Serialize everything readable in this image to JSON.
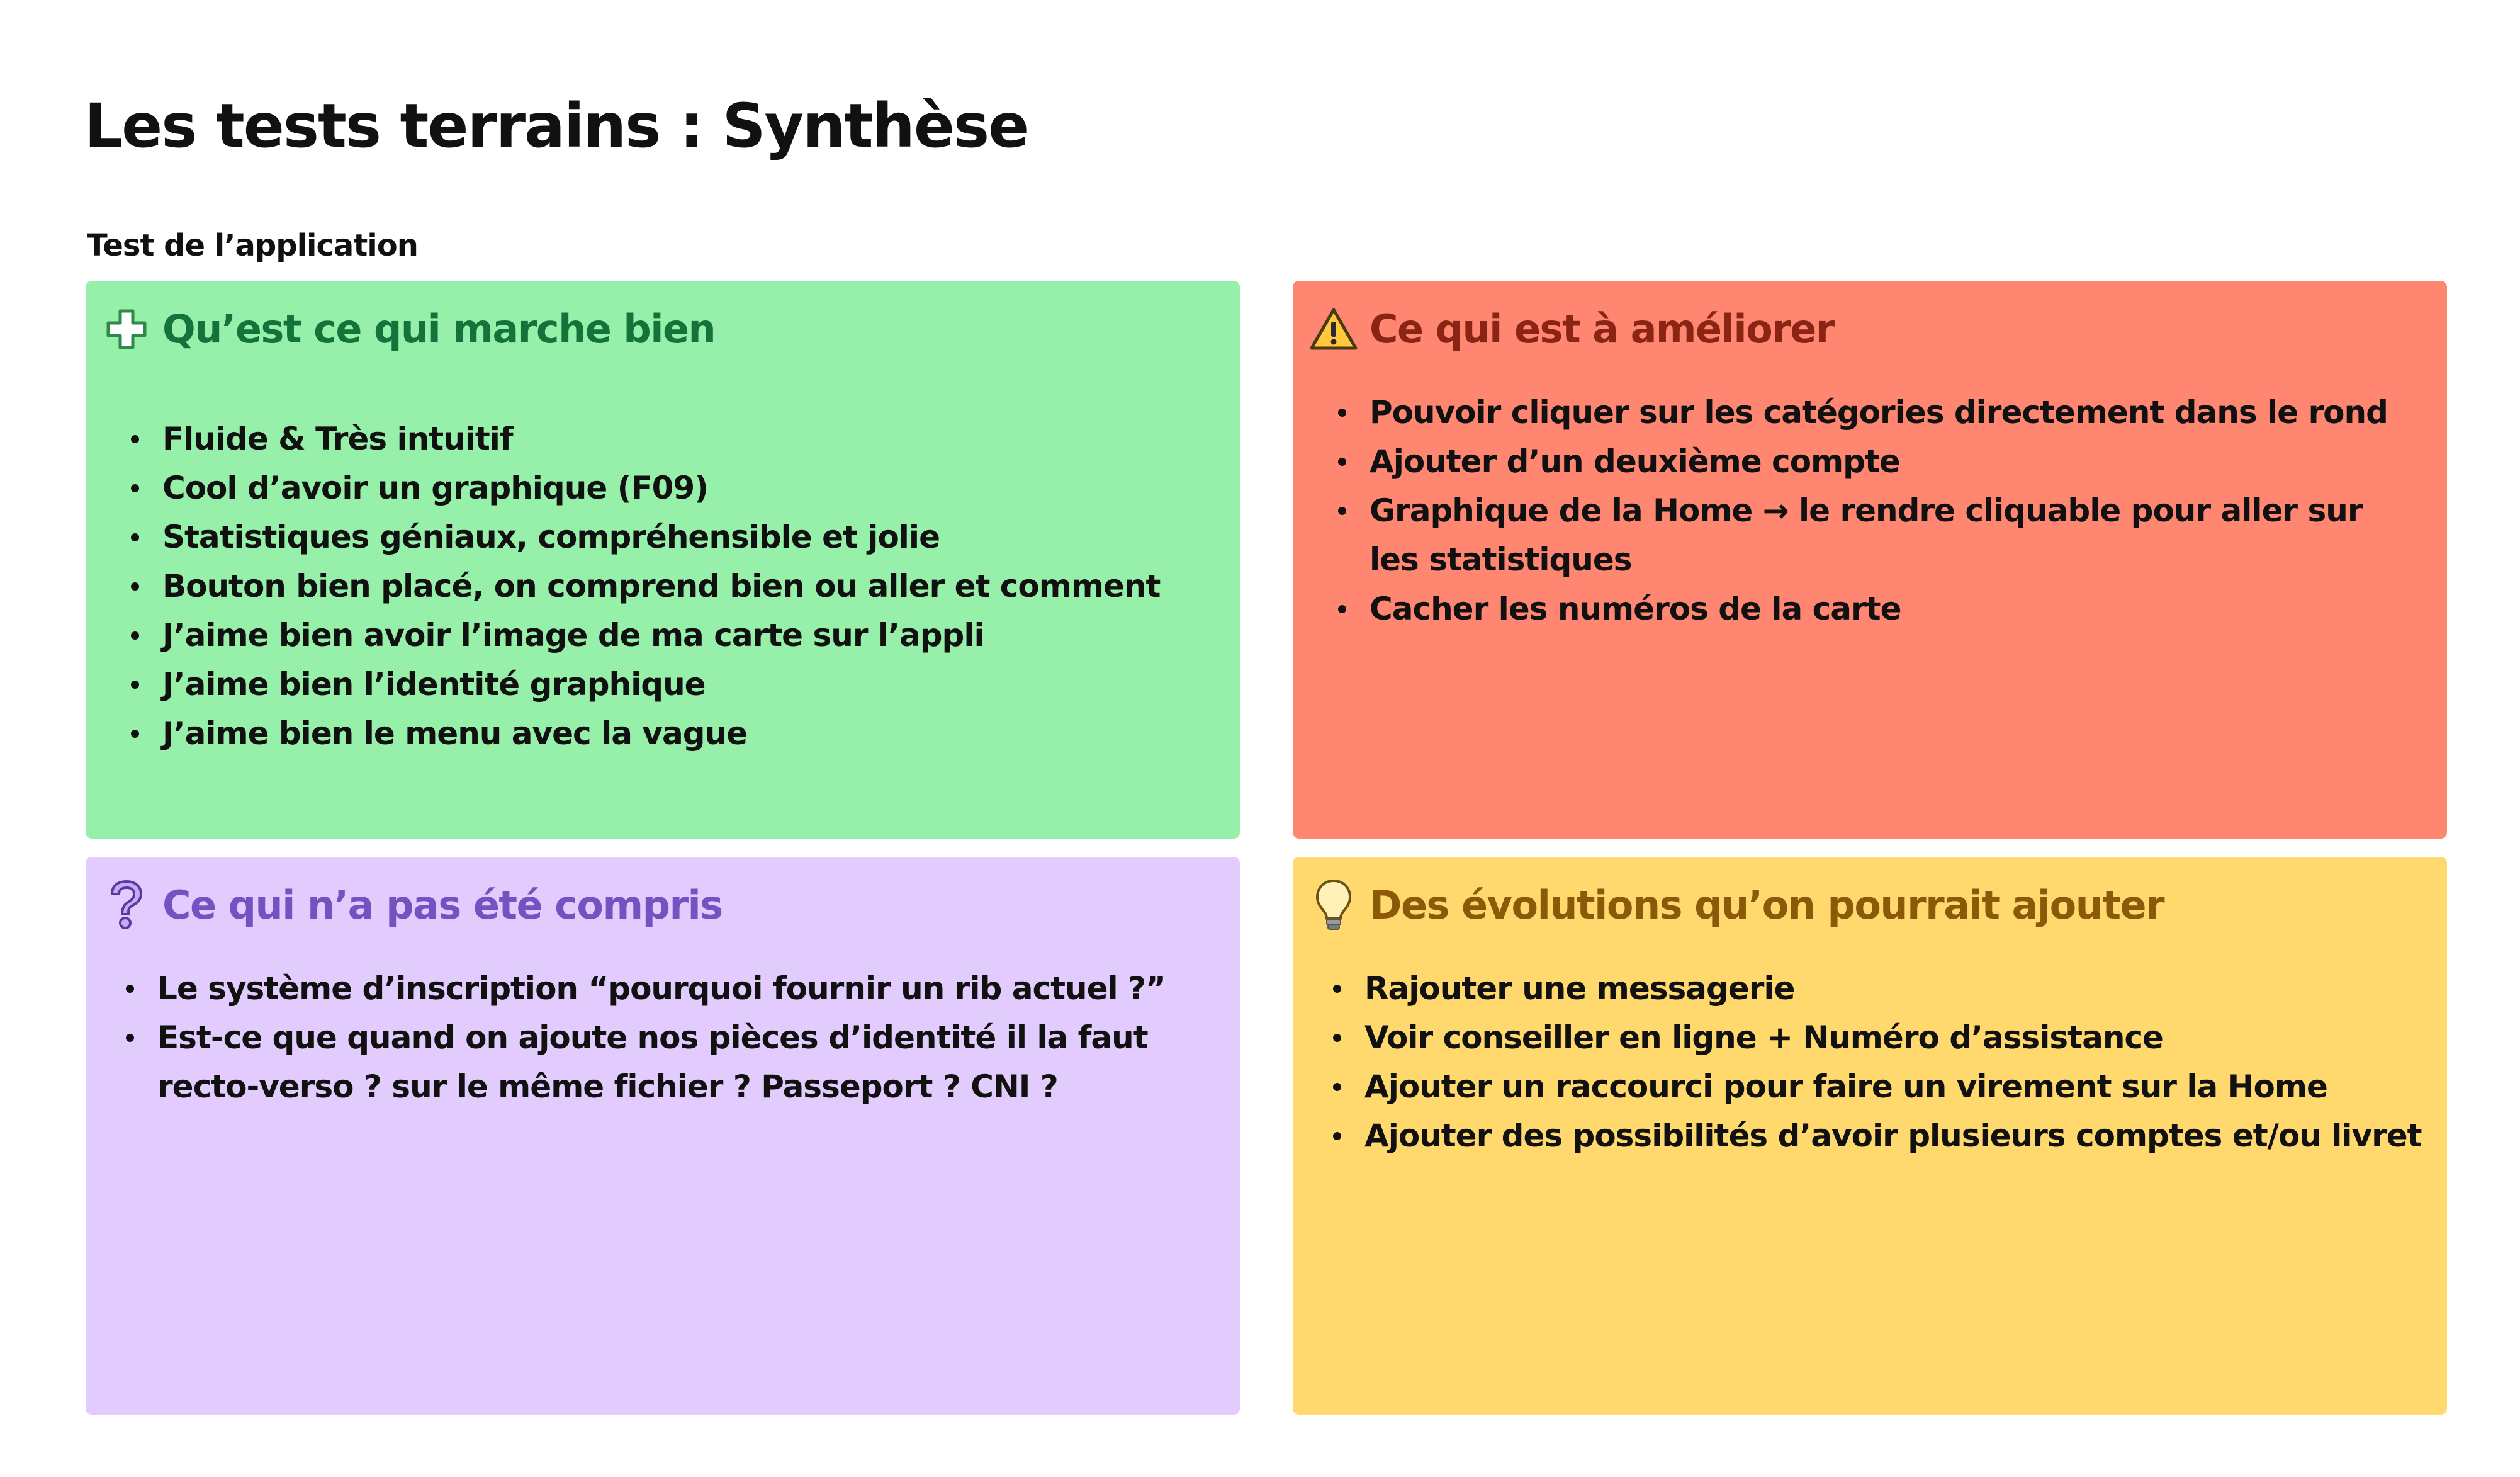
{
  "page": {
    "title": "Les tests terrains : Synthèse",
    "section_label": "Test de l’application"
  },
  "colors": {
    "background": "#ffffff",
    "green_card": "#97f0a9",
    "green_title": "#14733a",
    "red_card": "#ff8671",
    "red_title": "#8a2414",
    "purple_card": "#e2cbfd",
    "purple_title": "#7552c2",
    "yellow_card": "#ffd86e",
    "yellow_title": "#8a5a08",
    "text": "#111111"
  },
  "cards": {
    "works_well": {
      "icon": "plus-icon",
      "title": "Qu’est ce qui marche bien",
      "items": [
        "Fluide & Très intuitif",
        "Cool d’avoir un graphique (F09)",
        "Statistiques géniaux, compréhensible et jolie",
        "Bouton bien placé, on comprend bien ou aller et comment",
        "J’aime bien avoir l’image de ma carte sur l’appli",
        "J’aime bien l’identité graphique",
        "J’aime bien le menu avec la vague"
      ]
    },
    "to_improve": {
      "icon": "warning-icon",
      "title": "Ce qui est à améliorer",
      "items": [
        "Pouvoir cliquer sur les catégories directement dans le rond",
        "Ajouter d’un deuxième compte",
        "Graphique de la Home → le rendre cliquable pour aller sur les statistiques",
        "Cacher les numéros de la carte"
      ]
    },
    "not_understood": {
      "icon": "question-icon",
      "title": "Ce qui n’a pas été compris",
      "items": [
        "Le système d’inscription “pourquoi fournir un rib actuel ?”",
        "Est-ce que quand on ajoute nos pièces d’identité il la faut recto-verso ? sur le même fichier ? Passeport ? CNI ?"
      ]
    },
    "evolutions": {
      "icon": "lightbulb-icon",
      "title": "Des évolutions qu’on pourrait ajouter",
      "items": [
        "Rajouter une messagerie",
        "Voir conseiller en ligne + Numéro d’assistance",
        "Ajouter un raccourci pour faire un virement sur la Home",
        "Ajouter des possibilités d’avoir plusieurs comptes et/ou livret"
      ]
    }
  }
}
